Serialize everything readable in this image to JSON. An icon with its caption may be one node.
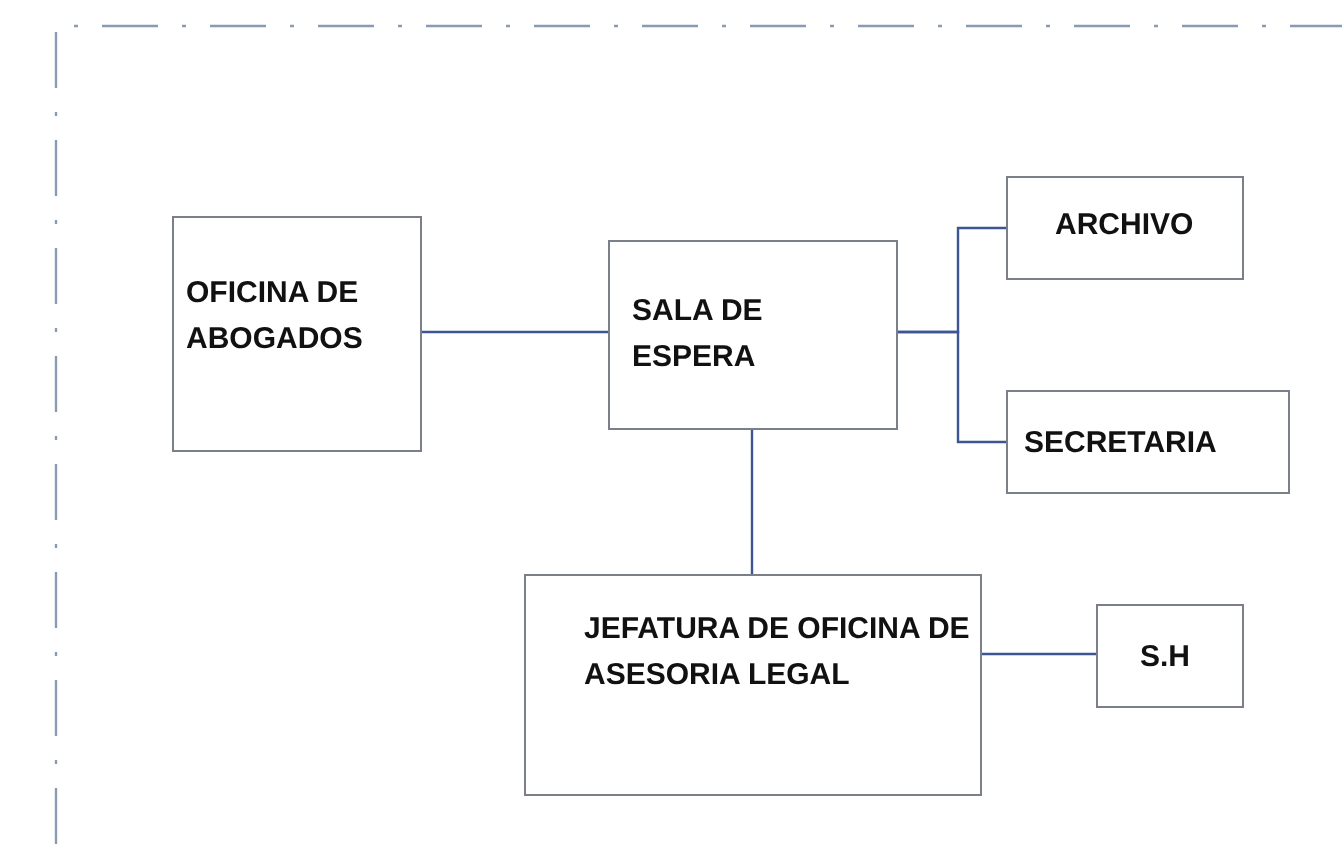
{
  "diagram": {
    "nodes": [
      {
        "text": [
          "OFICINA DE ABOGADOS"
        ]
      },
      {
        "text": [
          "SALA DE ESPERA"
        ]
      },
      {
        "text": [
          "ARCHIVO"
        ]
      },
      {
        "text": [
          "SECRETARIA"
        ]
      },
      {
        "text": [
          "JEFATURA DE OFICINA DE ASESORIA LEGAL"
        ]
      },
      {
        "text": [
          "S.H"
        ]
      }
    ],
    "edges": [
      {
        "from": 0,
        "to": 1,
        "arrow": "none"
      },
      {
        "from": 1,
        "to": 2,
        "arrow": "none"
      },
      {
        "from": 1,
        "to": 3,
        "arrow": "none"
      },
      {
        "from": 1,
        "to": 4,
        "arrow": "none"
      },
      {
        "from": 4,
        "to": 5,
        "arrow": "none"
      }
    ]
  }
}
